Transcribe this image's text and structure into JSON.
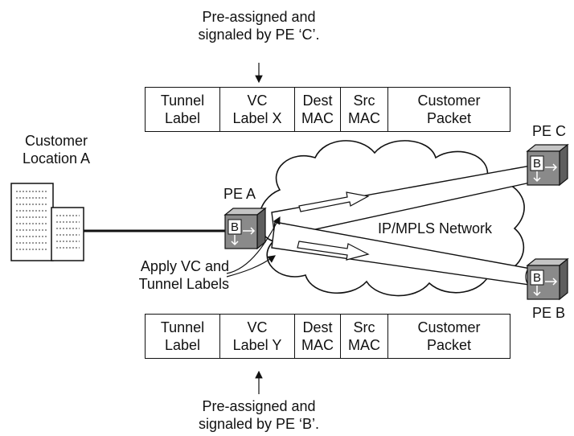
{
  "top_note": {
    "line1": "Pre-assigned and",
    "line2": "signaled by PE ‘C’."
  },
  "top_header": {
    "fields": [
      {
        "line1": "Tunnel",
        "line2": "Label"
      },
      {
        "line1": "VC",
        "line2": "Label X"
      },
      {
        "line1": "Dest",
        "line2": "MAC"
      },
      {
        "line1": "Src",
        "line2": "MAC"
      },
      {
        "line1": "Customer",
        "line2": "Packet"
      }
    ]
  },
  "bottom_header": {
    "fields": [
      {
        "line1": "Tunnel",
        "line2": "Label"
      },
      {
        "line1": "VC",
        "line2": "Label Y"
      },
      {
        "line1": "Dest",
        "line2": "MAC"
      },
      {
        "line1": "Src",
        "line2": "MAC"
      },
      {
        "line1": "Customer",
        "line2": "Packet"
      }
    ]
  },
  "bottom_note": {
    "line1": "Pre-assigned and",
    "line2": "signaled by PE ‘B’."
  },
  "customer": {
    "line1": "Customer",
    "line2": "Location A"
  },
  "pe_a": {
    "label": "PE A",
    "port": "B"
  },
  "pe_b": {
    "label": "PE B",
    "port": "B"
  },
  "pe_c": {
    "label": "PE C",
    "port": "B"
  },
  "network": {
    "label": "IP/MPLS Network"
  },
  "apply_note": {
    "line1": "Apply VC and",
    "line2": "Tunnel Labels"
  },
  "colors": {
    "router_face": "#8a8a8a",
    "router_top": "#c4c4c4",
    "router_side": "#5e5e5e"
  }
}
